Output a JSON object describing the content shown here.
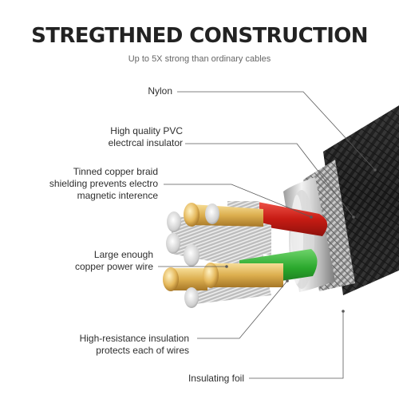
{
  "header": {
    "title": "STREGTHNED CONSTRUCTION",
    "subtitle": "Up to 5X strong than ordinary cables"
  },
  "callouts": [
    {
      "id": "nylon",
      "lines": [
        "Nylon"
      ]
    },
    {
      "id": "pvc",
      "lines": [
        "High quality PVC",
        "electrcal insulator"
      ]
    },
    {
      "id": "braid",
      "lines": [
        "Tinned copper braid",
        "shielding prevents electro",
        "magnetic interence"
      ]
    },
    {
      "id": "copper",
      "lines": [
        "Large enough",
        "copper power wire"
      ]
    },
    {
      "id": "insulation",
      "lines": [
        "High-resistance insulation",
        "protects each  of wires"
      ]
    },
    {
      "id": "foil",
      "lines": [
        "Insulating foil"
      ]
    }
  ],
  "colors": {
    "title": "#222222",
    "nylon_jacket": "#1c1c1c",
    "red_wire": "#d2231c",
    "green_wire": "#27a02a",
    "gold_tip": "#e2b254",
    "silver_strands": "#cfcfcf",
    "leader_line": "#5a5a5a"
  }
}
